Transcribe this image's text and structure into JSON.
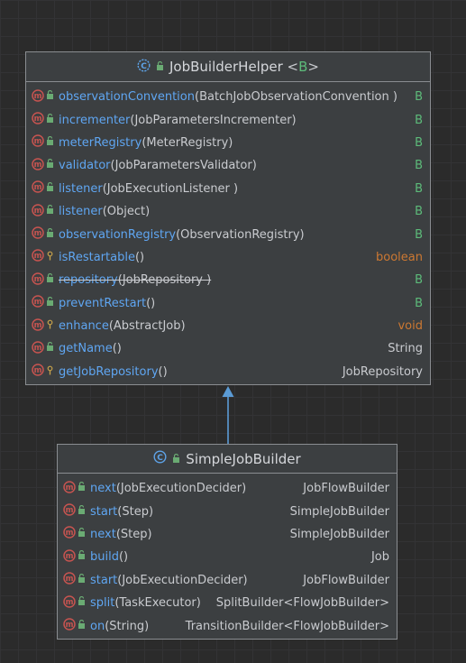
{
  "helper": {
    "title_name": "JobBuilderHelper",
    "title_generic_open": "<",
    "title_generic_param": "B",
    "title_generic_close": ">",
    "members": [
      {
        "name": "observationConvention",
        "params": "(BatchJobObservationConvention )",
        "ret": "B",
        "vis": "public",
        "ret_kind": "B"
      },
      {
        "name": "incrementer",
        "params": "(JobParametersIncrementer)",
        "ret": "B",
        "vis": "public",
        "ret_kind": "B"
      },
      {
        "name": "meterRegistry",
        "params": "(MeterRegistry)",
        "ret": "B",
        "vis": "public",
        "ret_kind": "B"
      },
      {
        "name": "validator",
        "params": "(JobParametersValidator)",
        "ret": "B",
        "vis": "public",
        "ret_kind": "B"
      },
      {
        "name": "listener",
        "params": "(JobExecutionListener )",
        "ret": "B",
        "vis": "public",
        "ret_kind": "B"
      },
      {
        "name": "listener",
        "params": "(Object)",
        "ret": "B",
        "vis": "public",
        "ret_kind": "B"
      },
      {
        "name": "observationRegistry",
        "params": "(ObservationRegistry)",
        "ret": "B",
        "vis": "public",
        "ret_kind": "B"
      },
      {
        "name": "isRestartable",
        "params": "()",
        "ret": "boolean",
        "vis": "protected",
        "ret_kind": "kw"
      },
      {
        "name": "repository",
        "params": "(JobRepository )",
        "ret": "B",
        "vis": "public",
        "ret_kind": "B",
        "deprecated": true
      },
      {
        "name": "preventRestart",
        "params": "()",
        "ret": "B",
        "vis": "public",
        "ret_kind": "B"
      },
      {
        "name": "enhance",
        "params": "(AbstractJob)",
        "ret": "void",
        "vis": "protected",
        "ret_kind": "kw"
      },
      {
        "name": "getName",
        "params": "()",
        "ret": "String",
        "vis": "public",
        "ret_kind": "type"
      },
      {
        "name": "getJobRepository",
        "params": "()",
        "ret": "JobRepository",
        "vis": "protected",
        "ret_kind": "type"
      }
    ]
  },
  "simple": {
    "title_name": "SimpleJobBuilder",
    "members": [
      {
        "name": "next",
        "params": "(JobExecutionDecider)",
        "ret": "JobFlowBuilder",
        "vis": "public",
        "ret_kind": "type"
      },
      {
        "name": "start",
        "params": "(Step)",
        "ret": "SimpleJobBuilder",
        "vis": "public",
        "ret_kind": "type"
      },
      {
        "name": "next",
        "params": "(Step)",
        "ret": "SimpleJobBuilder",
        "vis": "public",
        "ret_kind": "type"
      },
      {
        "name": "build",
        "params": "()",
        "ret": "Job",
        "vis": "public",
        "ret_kind": "type"
      },
      {
        "name": "start",
        "params": "(JobExecutionDecider)",
        "ret": "JobFlowBuilder",
        "vis": "public",
        "ret_kind": "type"
      },
      {
        "name": "split",
        "params": "(TaskExecutor)",
        "ret": "SplitBuilder<FlowJobBuilder>",
        "vis": "public",
        "ret_kind": "type"
      },
      {
        "name": "on",
        "params": "(String)",
        "ret": "TransitionBuilder<FlowJobBuilder>",
        "vis": "public",
        "ret_kind": "type"
      }
    ]
  },
  "colors": {
    "method_icon": "#c75450",
    "class_icon": "#5ea3e8",
    "public_vis": "#6aab73",
    "arrow": "#5b9bd5"
  }
}
